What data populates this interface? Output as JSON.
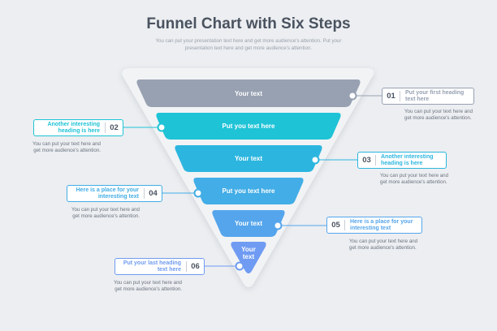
{
  "title": "Funnel Chart with Six Steps",
  "subtitle": "You can put your presentation text here and get more audience's attention. Put your presentation text here and get more audience's attention.",
  "stages": [
    {
      "text": "Your text",
      "color": "#97a1b2"
    },
    {
      "text": "Put you text here",
      "color": "#1ec3d6"
    },
    {
      "text": "Your text",
      "color": "#2cb6df"
    },
    {
      "text": "Put you text here",
      "color": "#42ade6"
    },
    {
      "text": "Your text",
      "color": "#55a5ec"
    },
    {
      "text": "Your text",
      "color": "#6f9bf2"
    }
  ],
  "steps": [
    {
      "number": "01",
      "heading": "Put your first heading text here",
      "description": "You can put your text here and get more audience's attention.",
      "color": "#97a1b2"
    },
    {
      "number": "02",
      "heading": "Another interesting heading is here",
      "description": "You can put your text here and get more audience's attention.",
      "color": "#1ec3d6"
    },
    {
      "number": "03",
      "heading": "Another interesting heading is here",
      "description": "You can put your text here and get more audience's attention.",
      "color": "#2cb6df"
    },
    {
      "number": "04",
      "heading": "Here is a place for your interesting text",
      "description": "You can put your text here and get more audience's attention.",
      "color": "#42ade6"
    },
    {
      "number": "05",
      "heading": "Here is a place for your interesting text",
      "description": "You can put your text here and get more audience's attention.",
      "color": "#55a5ec"
    },
    {
      "number": "06",
      "heading": "Put your last heading text here",
      "description": "You can put your text here and get more audience's attention.",
      "color": "#6f9bf2"
    }
  ]
}
